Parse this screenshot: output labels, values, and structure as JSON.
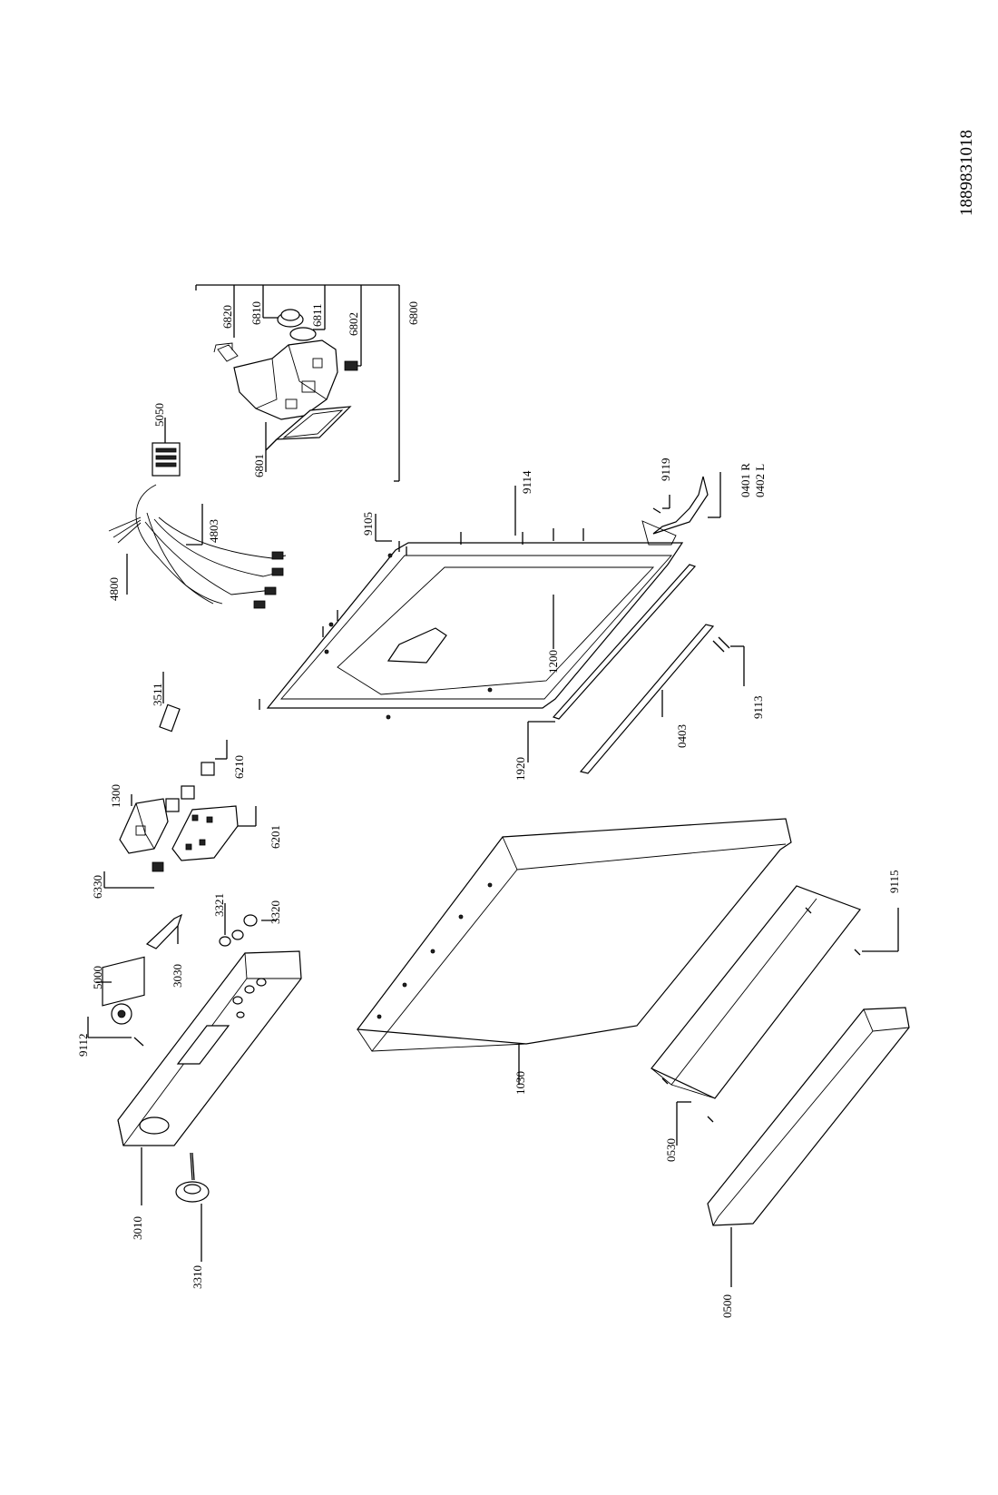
{
  "document_id": "1889831018",
  "labels": {
    "l6820": "6820",
    "l6810": "6810",
    "l6811": "6811",
    "l6802": "6802",
    "l6800": "6800",
    "l6801": "6801",
    "l5050": "5050",
    "l4803": "4803",
    "l4800": "4800",
    "l9105": "9105",
    "l9114": "9114",
    "l9119": "9119",
    "l0401": "0401 R",
    "l0402": "0402 L",
    "l3511": "3511",
    "l1200": "1200",
    "l9113": "9113",
    "l0403": "0403",
    "l1920": "1920",
    "l1300": "1300",
    "l6210": "6210",
    "l6201": "6201",
    "l6330": "6330",
    "l3321": "3321",
    "l3320": "3320",
    "l5000": "5000",
    "l3030": "3030",
    "l9112": "9112",
    "l9115": "9115",
    "l1030": "1030",
    "l0530": "0530",
    "l3010": "3010",
    "l3310": "3310",
    "l0500": "0500"
  }
}
